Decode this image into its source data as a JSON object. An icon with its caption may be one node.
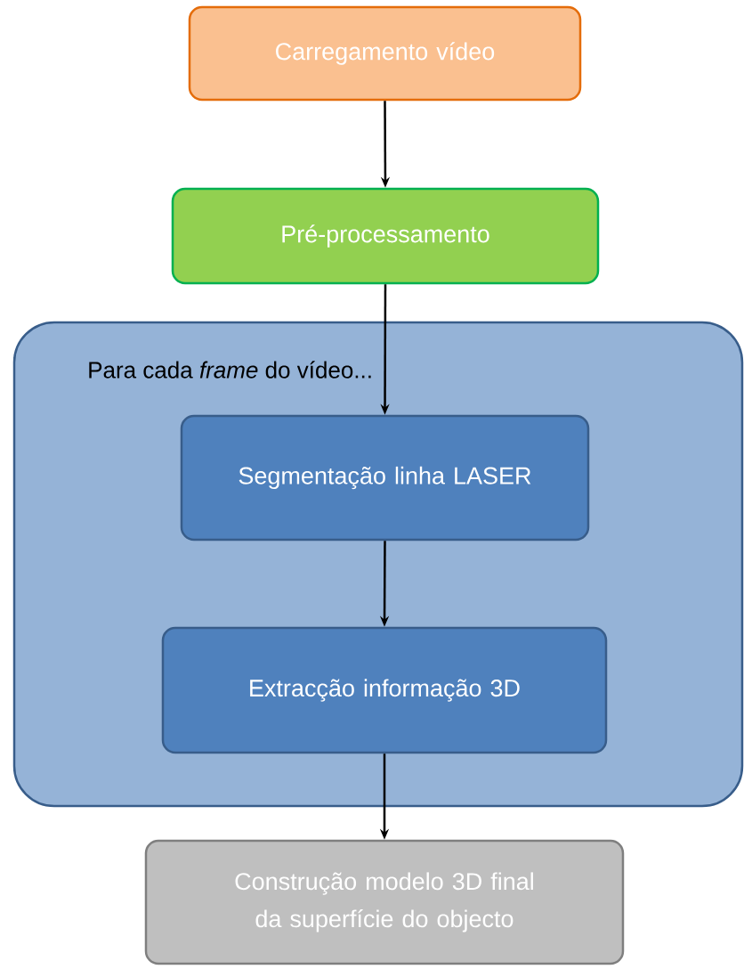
{
  "diagram": {
    "nodes": [
      {
        "text": [
          "Carregamento vídeo"
        ]
      },
      {
        "text": [
          "Pré-processamento"
        ]
      },
      {
        "text": [
          "Para cada *frame* do vídeo..."
        ]
      },
      {
        "text": [
          "Segmentação linha LASER"
        ],
        "in": 2
      },
      {
        "text": [
          "Extracção informação 3D"
        ],
        "in": 2
      },
      {
        "text": [
          "Construção modelo 3D final da superfície do objecto"
        ]
      }
    ],
    "edges": [
      {
        "from": 0,
        "to": 1,
        "arrow": "to"
      },
      {
        "from": 1,
        "to": 3,
        "arrow": "to"
      },
      {
        "from": 3,
        "to": 4,
        "arrow": "to"
      },
      {
        "from": 4,
        "to": 5,
        "arrow": "to"
      }
    ]
  }
}
